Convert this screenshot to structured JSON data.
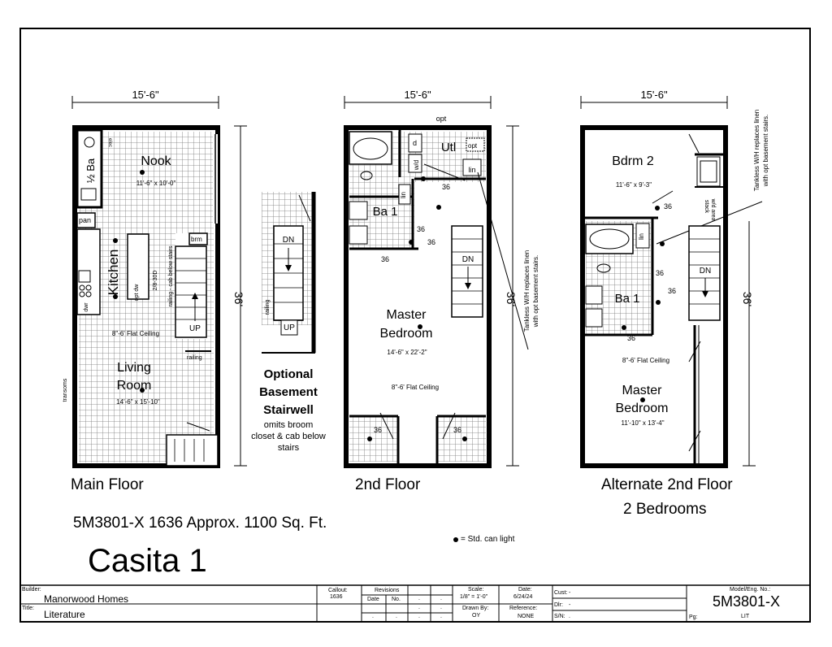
{
  "dimensions": {
    "width_main": "15'-6\"",
    "width_second": "15'-6\"",
    "width_alt": "15'-6\"",
    "depth_main": "36'",
    "depth_second": "36'",
    "depth_alt": "36'"
  },
  "main_floor": {
    "label": "Main Floor",
    "rooms": {
      "nook": "Nook",
      "nook_size": "11'-6\" x 10'-0\"",
      "half_bath": "½ Ba",
      "kitchen": "Kitchen",
      "living": "Living",
      "room": "Room",
      "living_size": "14'-6\" x 15'-10\"",
      "pan": "pan",
      "brm": "brm",
      "ceiling": "8\"-6' Flat Ceiling",
      "up": "UP",
      "railing": "railing",
      "railing_cab": "railing - cab below stairs",
      "opt_dw": "opt dw",
      "dw": "dwr",
      "island": "2/8-30D",
      "transoms": "transoms",
      "elec": "elec"
    }
  },
  "optional_stair": {
    "title_line1": "Optional",
    "title_line2": "Basement",
    "title_line3": "Stairwell",
    "desc_line1": "omits broom",
    "desc_line2": "closet & cab below",
    "desc_line3": "stairs",
    "dn": "DN",
    "up": "UP",
    "railing": "railing"
  },
  "second_floor": {
    "label": "2nd Floor",
    "opt_top": "opt",
    "utl": "Utl",
    "opt_small": "opt",
    "wd": "w/d",
    "d": "d",
    "lin": "lin",
    "lin2": "lin",
    "ba1": "Ba 1",
    "master": "Master",
    "bedroom": "Bedroom",
    "master_size": "14'-6\" x 22'-2\"",
    "ceiling": "8\"-6' Flat Ceiling",
    "dn": "DN",
    "light_36": "36",
    "note_line1": "Tankless W/H replaces linen",
    "note_line2": "with opt basement stairs."
  },
  "alt_floor": {
    "label_line1": "Alternate 2nd Floor",
    "label_line2": "2 Bedrooms",
    "bdrm2": "Bdrm 2",
    "bdrm2_size": "11'-6\" x 9'-3\"",
    "stack": "stack",
    "wd_area": "w/d area",
    "lin": "lin",
    "ba1": "Ba 1",
    "dn": "DN",
    "ceiling": "8\"-6' Flat Ceiling",
    "master": "Master",
    "bedroom": "Bedroom",
    "master_size": "11'-10\" x 13'-4\"",
    "light_36": "36",
    "note_line1": "Tankless W/H replaces linen",
    "note_line2": "with opt basement stairs."
  },
  "info": {
    "model_line": "5M3801-X 1636 Approx. 1100 Sq. Ft.",
    "legend": "= Std. can light",
    "title": "Casita 1"
  },
  "title_block": {
    "builder_label": "Builder:",
    "builder_value": "Manorwood Homes",
    "title_label": "Title:",
    "title_value": "Literature",
    "callout_label": "Callout:",
    "callout_value": "1636",
    "revisions_label": "Revisions",
    "date_col": "Date",
    "no_col": "No.",
    "scale_label": "Scale:",
    "scale_value": "1/8\" = 1'-0\"",
    "drawn_label": "Drawn By:",
    "drawn_value": "OY",
    "date_label": "Date:",
    "date_value": "6/24/24",
    "reference_label": "Reference:",
    "reference_value": "NONE",
    "cust_label": "Cust:",
    "cust_value": "-",
    "dlr_label": "Dlr:",
    "dlr_value": "-",
    "sn_label": "S/N:",
    "sn_value": ".",
    "model_label": "Model/Eng. No.:",
    "model_value": "5M3801-X",
    "pg_label": "Pg:",
    "pg_value": "LIT"
  },
  "colors": {
    "line": "#000000",
    "grid": "#7a7a7a",
    "paper": "#ffffff"
  }
}
